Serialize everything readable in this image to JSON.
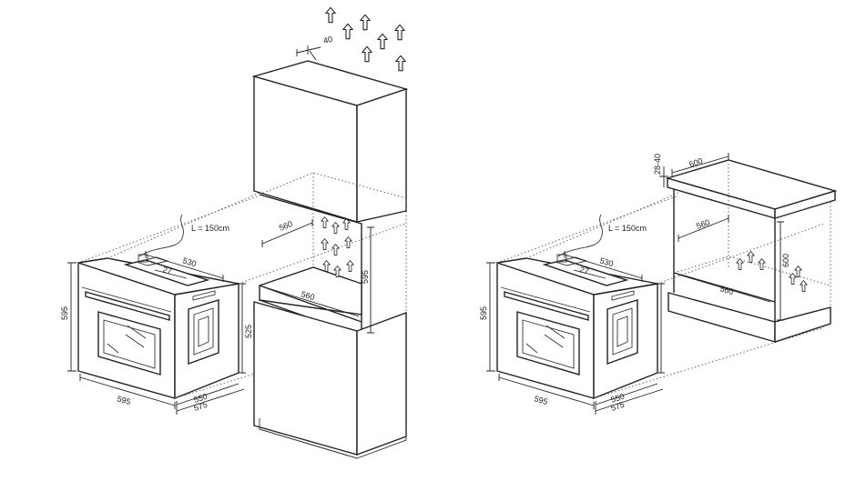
{
  "cable_length_label": "L = 150cm",
  "tall_cabinet": {
    "top_gap": "40",
    "niche_width_upper": "560",
    "niche_width_lower": "560",
    "niche_height": "595"
  },
  "base_cabinet": {
    "top_gap": "28-40",
    "depth": "600",
    "niche_width_upper": "560",
    "niche_width_lower": "560",
    "niche_height": "600"
  },
  "oven": {
    "height": "595",
    "width": "595",
    "depth_top": "530",
    "control_offset": "27",
    "body_height": "525",
    "depth_body": "550",
    "depth_total": "575"
  },
  "icons": [
    "up-arrow-icon"
  ]
}
